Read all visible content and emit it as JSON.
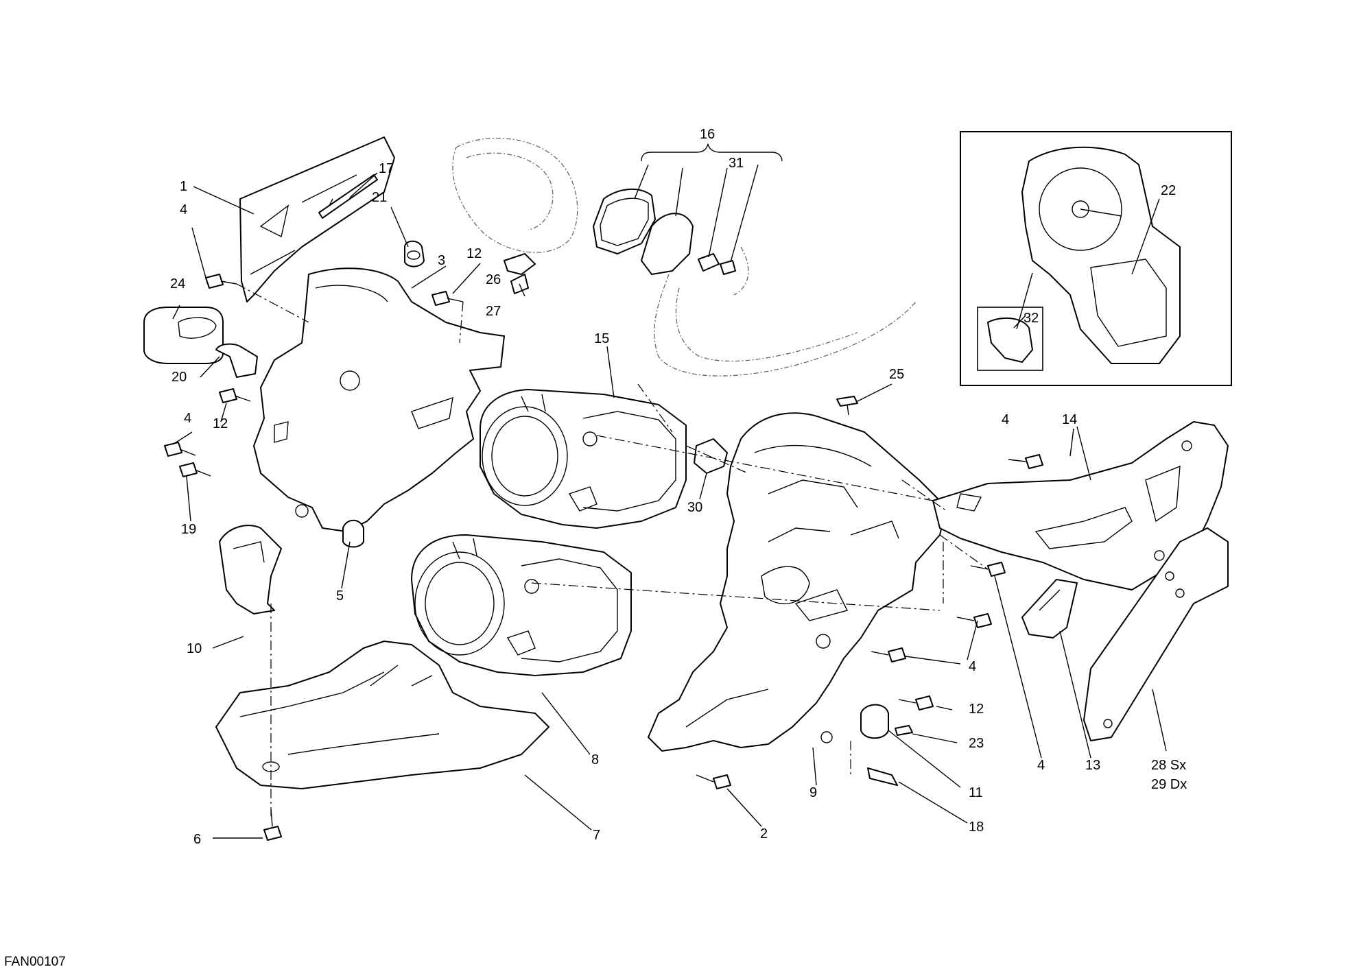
{
  "diagram": {
    "code": "FAN00107",
    "labels": {
      "l1": "1",
      "l2": "2",
      "l3": "3",
      "l4a": "4",
      "l4b": "4",
      "l4c": "4",
      "l4d": "4",
      "l4e": "4",
      "l5": "5",
      "l6": "6",
      "l7": "7",
      "l8": "8",
      "l9": "9",
      "l10": "10",
      "l11": "11",
      "l12a": "12",
      "l12b": "12",
      "l12c": "12",
      "l13": "13",
      "l14": "14",
      "l15": "15",
      "l16": "16",
      "l17": "17",
      "l18": "18",
      "l19": "19",
      "l20": "20",
      "l21": "21",
      "l22": "22",
      "l23": "23",
      "l24": "24",
      "l25": "25",
      "l26": "26",
      "l27": "27",
      "l28": "28 Sx",
      "l29": "29 Dx",
      "l30": "30",
      "l31": "31",
      "l32": "32"
    }
  }
}
